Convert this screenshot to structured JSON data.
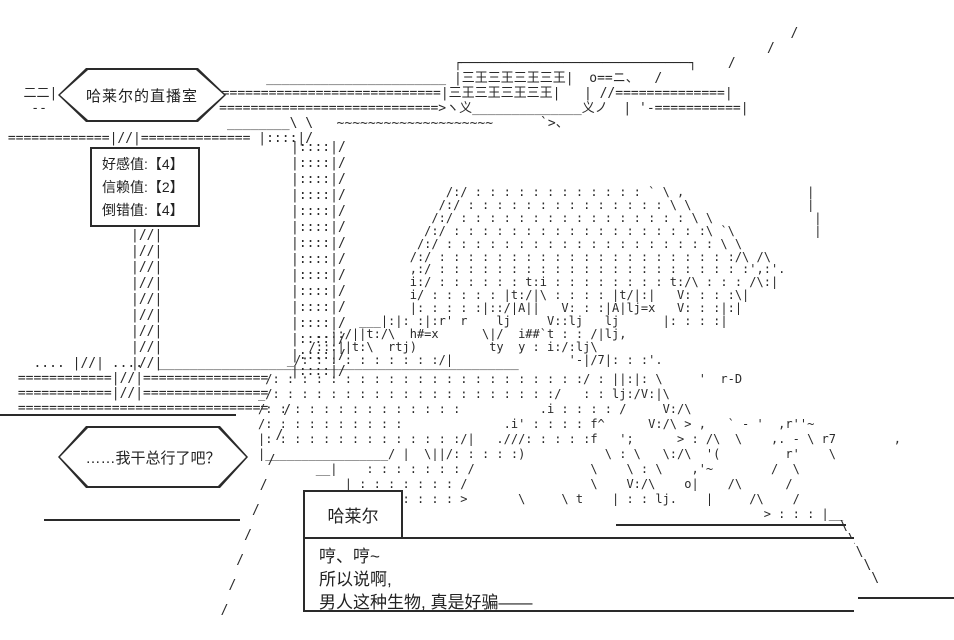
{
  "ui": {
    "title_bubble": {
      "label": "哈莱尔的直播室"
    },
    "status_box": {
      "lines": [
        "好感值:【4】",
        "信赖值:【2】",
        "倒错值:【4】"
      ]
    },
    "speech_bubble": {
      "text": "……我干总行了吧？"
    },
    "dialog": {
      "name": "哈莱尔",
      "lines": [
        "哼、哼~",
        "所以说啊,",
        "男人这种生物, 真是好骗——"
      ]
    },
    "colors": {
      "ink": "#2a2a2a",
      "background": "#ffffff"
    }
  },
  "ascii": {
    "top_structure": [
      "                                                                                                     /",
      "                                                                                                  /",
      "                                                          ┌─────────────────────────────┐    /",
      "                                  _______________________ |三王三王三王三王|  o==ニ、  /",
      "   二二|                     ============================|三王三王三王三王|   | //==============|",
      "    --                      ============================>ヽ义______________义ノ  | '-===========|",
      "                             ________\\ \\   ~~~~~~~~~~~~~~~~~~~~      `>、",
      " =============|//|============== |::::|/"
    ],
    "pole_left": [
      "|//|",
      "|//|",
      "|//|",
      "|//|",
      "|//|",
      "|//|",
      "|//|",
      "|//|",
      "|//|"
    ],
    "pole_right": [
      "|::::|/",
      "|::::|/",
      "|::::|/",
      "|::::|/",
      "|::::|/",
      "|::::|/",
      "|::::|/",
      "|::::|/",
      "|::::|/",
      "|::::|/",
      "|::::|/",
      "|::::|/",
      "|::::|/",
      "|::::|/",
      "|::::|/"
    ],
    "mid_band": [
      "   .... |//| ....  ______________________________________________",
      " ============|//|================",
      " ============|//|================",
      " ================================"
    ],
    "diag_dashes": [
      "          /",
      "         /",
      "        /",
      "       /",
      "      /",
      "     /",
      "    /",
      "   /",
      "  /"
    ],
    "character_head": [
      "                          /:/ : : : : : : : : : : : : ` \\ ,                 |",
      "                         /:/ : : : : : : : : : : : : : : \\ \\                |",
      "                        /:/ : : : : : : : : : : : : : : : : \\ \\              |",
      "                       /:/ : : : : : : : : : : : : : : : : : :\\ `\\           |",
      "                      /:/ : : : : : : : : : : : : : : : : : : : \\ \\",
      "                     /:/ : : : : : : : : : : : : : : : : : : : : :/\\ /\\",
      "                     ,:/ : : : : : : : : : : : : : : : : : : : : : :',:'.",
      "                     i:/ : : : : : : t:i : : : : : : : : t:/\\ : : : /\\:|",
      "                     i/ : : : : : |t:/|\\ : : : : |t/|:|   V: : : :\\|",
      "                     |: : : : :|::/|A||   V: : :|A|lj=x   V: : :|:|",
      "              ___|:|: :|:r' r    lj     V::lj   lj      |: : : :|",
      "        ..::/||t:/\\  h#=x      \\|/  i##`t : : /|lj,",
      "       /:::||t:\\  rtj)          ty  y : i:/:lj\\",
      "    _/: : : : : : : : : :/|                '-|/7|: : :'."
    ],
    "character_body": [
      " /: : : : : : : : : : : : : : : : : : : : : :/ : ||:|: \\     '  r-D",
      "_/: : : : : : : : : : : : : : : : : : : :/   : : lj:/V:|\\",
      "/: : : : : : : : : : : : : :           .i : : : : /     V:/\\",
      "/: : : : : : : : : :              .i' : : : : f^      V:/\\ > ,   ` - '  ,r''~",
      "|: : : : : : : : : : : : : :/|   .///: : : : :f   ';      > : /\\  \\    ,. - \\ r7        ,",
      "|_________________/ |  \\||/: : : : :)           \\ : \\   \\:/\\  '(         r'    \\",
      "        __|    : : : : : : : /                \\    \\ : \\    ,'~        /  \\",
      "            | : : : : : : : /                 \\    V:/\\    o|    /\\      /",
      "            | : : : : : : : >       \\     \\ t    | : : lj.    |     /\\    /",
      "                                                                      > : : : |__"
    ],
    "bottom_right_diag": [
      "\\",
      " \\",
      "  \\",
      "   \\",
      "    \\"
    ]
  }
}
